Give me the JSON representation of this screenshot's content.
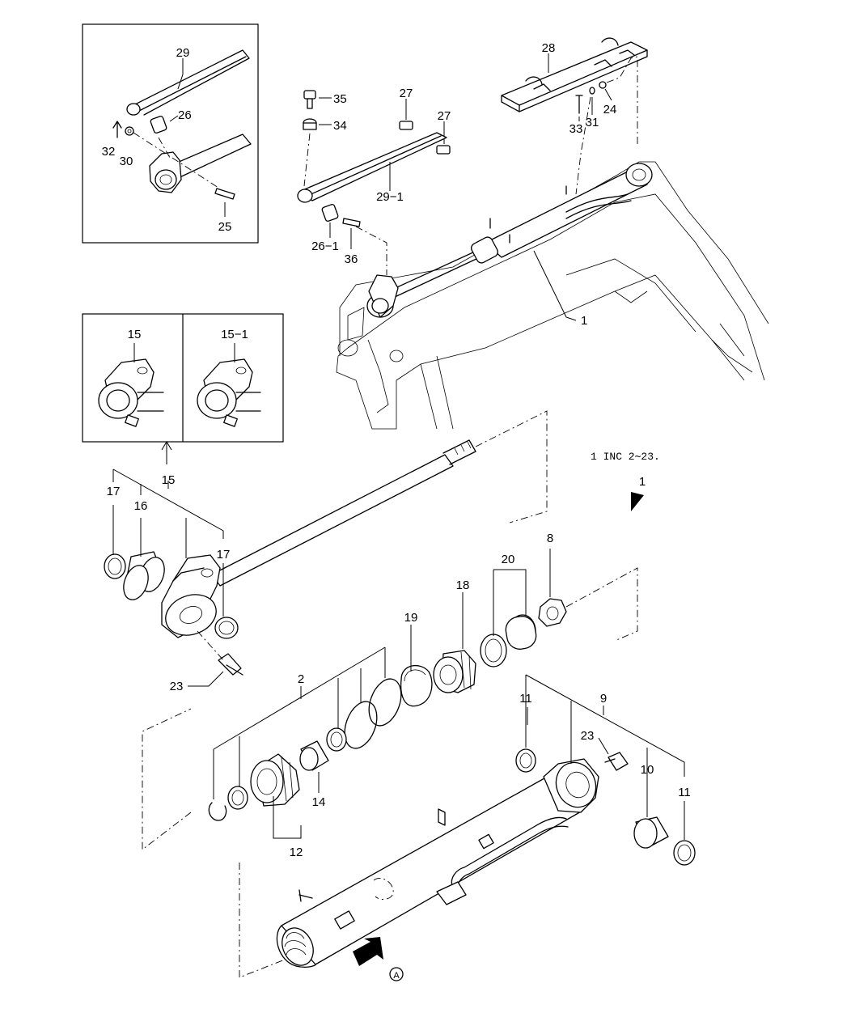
{
  "labels": {
    "l29": "29",
    "l26": "26",
    "l32": "32",
    "l30": "30",
    "l25": "25",
    "l35": "35",
    "l34": "34",
    "l27a": "27",
    "l27b": "27",
    "l29_1": "29−1",
    "l26_1": "26−1",
    "l36": "36",
    "l28": "28",
    "l33": "33",
    "l31": "31",
    "l24": "24",
    "l1": "1",
    "l15_box": "15",
    "l15_1": "15−1",
    "l15": "15",
    "l17a": "17",
    "l16": "16",
    "l17b": "17",
    "l23a": "23",
    "l2": "2",
    "l19": "19",
    "l18": "18",
    "l20": "20",
    "l8": "8",
    "l14": "14",
    "l12": "12",
    "l11a": "11",
    "l9": "9",
    "l23b": "23",
    "l10": "10",
    "l11b": "11",
    "l1_arrow": "1",
    "view_a": "A"
  },
  "note": "1 INC 2∼23."
}
